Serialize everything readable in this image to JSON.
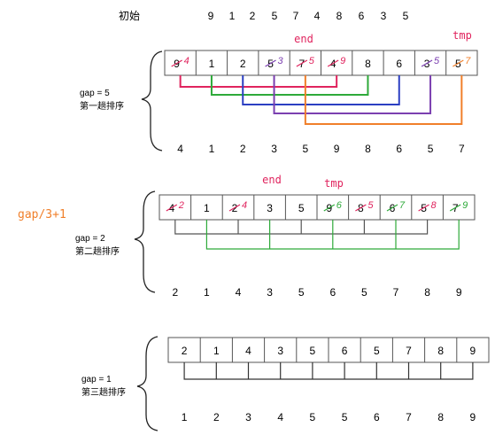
{
  "initial": {
    "label": "初始",
    "values": [
      "9",
      "1",
      "2",
      "5",
      "7",
      "4",
      "8",
      "6",
      "3",
      "5"
    ]
  },
  "side_note": {
    "text": "gap/3+1",
    "color": "#f07f2a"
  },
  "rounds": [
    {
      "gap_label": "gap = 5",
      "pass_label": "第一趟排序",
      "cells": [
        "9",
        "1",
        "2",
        "5",
        "7",
        "4",
        "8",
        "6",
        "3",
        "5"
      ],
      "corrections": [
        "4",
        "",
        "",
        "3",
        "5",
        "9",
        "",
        "",
        "5",
        "7"
      ],
      "correction_colors": [
        "#e0245e",
        "",
        "",
        "#7b3fb0",
        "#e0245e",
        "#e0245e",
        "",
        "",
        "#7b3fb0",
        "#f07f2a"
      ],
      "markers": {
        "end": "end",
        "tmp": "tmp",
        "color": "#e0245e"
      },
      "result": [
        "4",
        "1",
        "2",
        "3",
        "5",
        "9",
        "8",
        "6",
        "5",
        "7"
      ],
      "connector_colors": [
        "#e0245e",
        "#2eaa3a",
        "#2b3fc2",
        "#7b3fb0",
        "#f07f2a"
      ]
    },
    {
      "gap_label": "gap = 2",
      "pass_label": "第二趟排序",
      "cells": [
        "4",
        "1",
        "2",
        "3",
        "5",
        "9",
        "8",
        "6",
        "5",
        "7"
      ],
      "corrections": [
        "2",
        "",
        "4",
        "",
        "",
        "6",
        "5",
        "7",
        "8",
        "9"
      ],
      "correction_colors": [
        "#e0245e",
        "",
        "#e0245e",
        "",
        "",
        "#2eaa3a",
        "#e0245e",
        "#2eaa3a",
        "#e0245e",
        "#2eaa3a"
      ],
      "markers": {
        "end": "end",
        "tmp": "tmp",
        "color": "#e0245e"
      },
      "result": [
        "2",
        "1",
        "4",
        "3",
        "5",
        "6",
        "5",
        "7",
        "8",
        "9"
      ],
      "connector_colors": [
        "#555555",
        "#2eaa3a"
      ]
    },
    {
      "gap_label": "gap = 1",
      "pass_label": "第三趟排序",
      "cells": [
        "2",
        "1",
        "4",
        "3",
        "5",
        "6",
        "5",
        "7",
        "8",
        "9"
      ],
      "result": [
        "1",
        "2",
        "3",
        "4",
        "5",
        "5",
        "6",
        "7",
        "8",
        "9"
      ],
      "connector_colors": [
        "#333333"
      ]
    }
  ]
}
